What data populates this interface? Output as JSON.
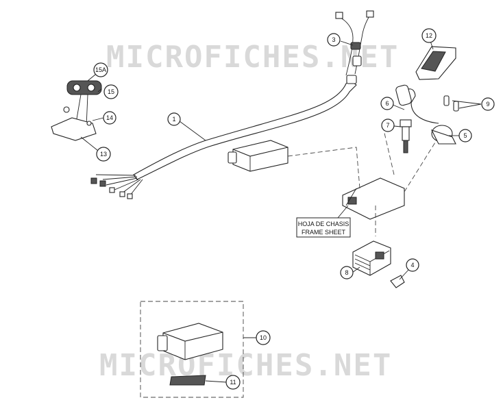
{
  "watermarks": [
    "MICROFICHES.NET",
    "MICROFICHES.NET"
  ],
  "frame_sheet_label": {
    "line1": "HOJA DE CHASIS",
    "line2": "FRAME SHEET"
  },
  "callouts": [
    "1",
    "3",
    "4",
    "5",
    "6",
    "7",
    "8",
    "9",
    "10",
    "11",
    "12",
    "13",
    "14",
    "15",
    "15A"
  ]
}
